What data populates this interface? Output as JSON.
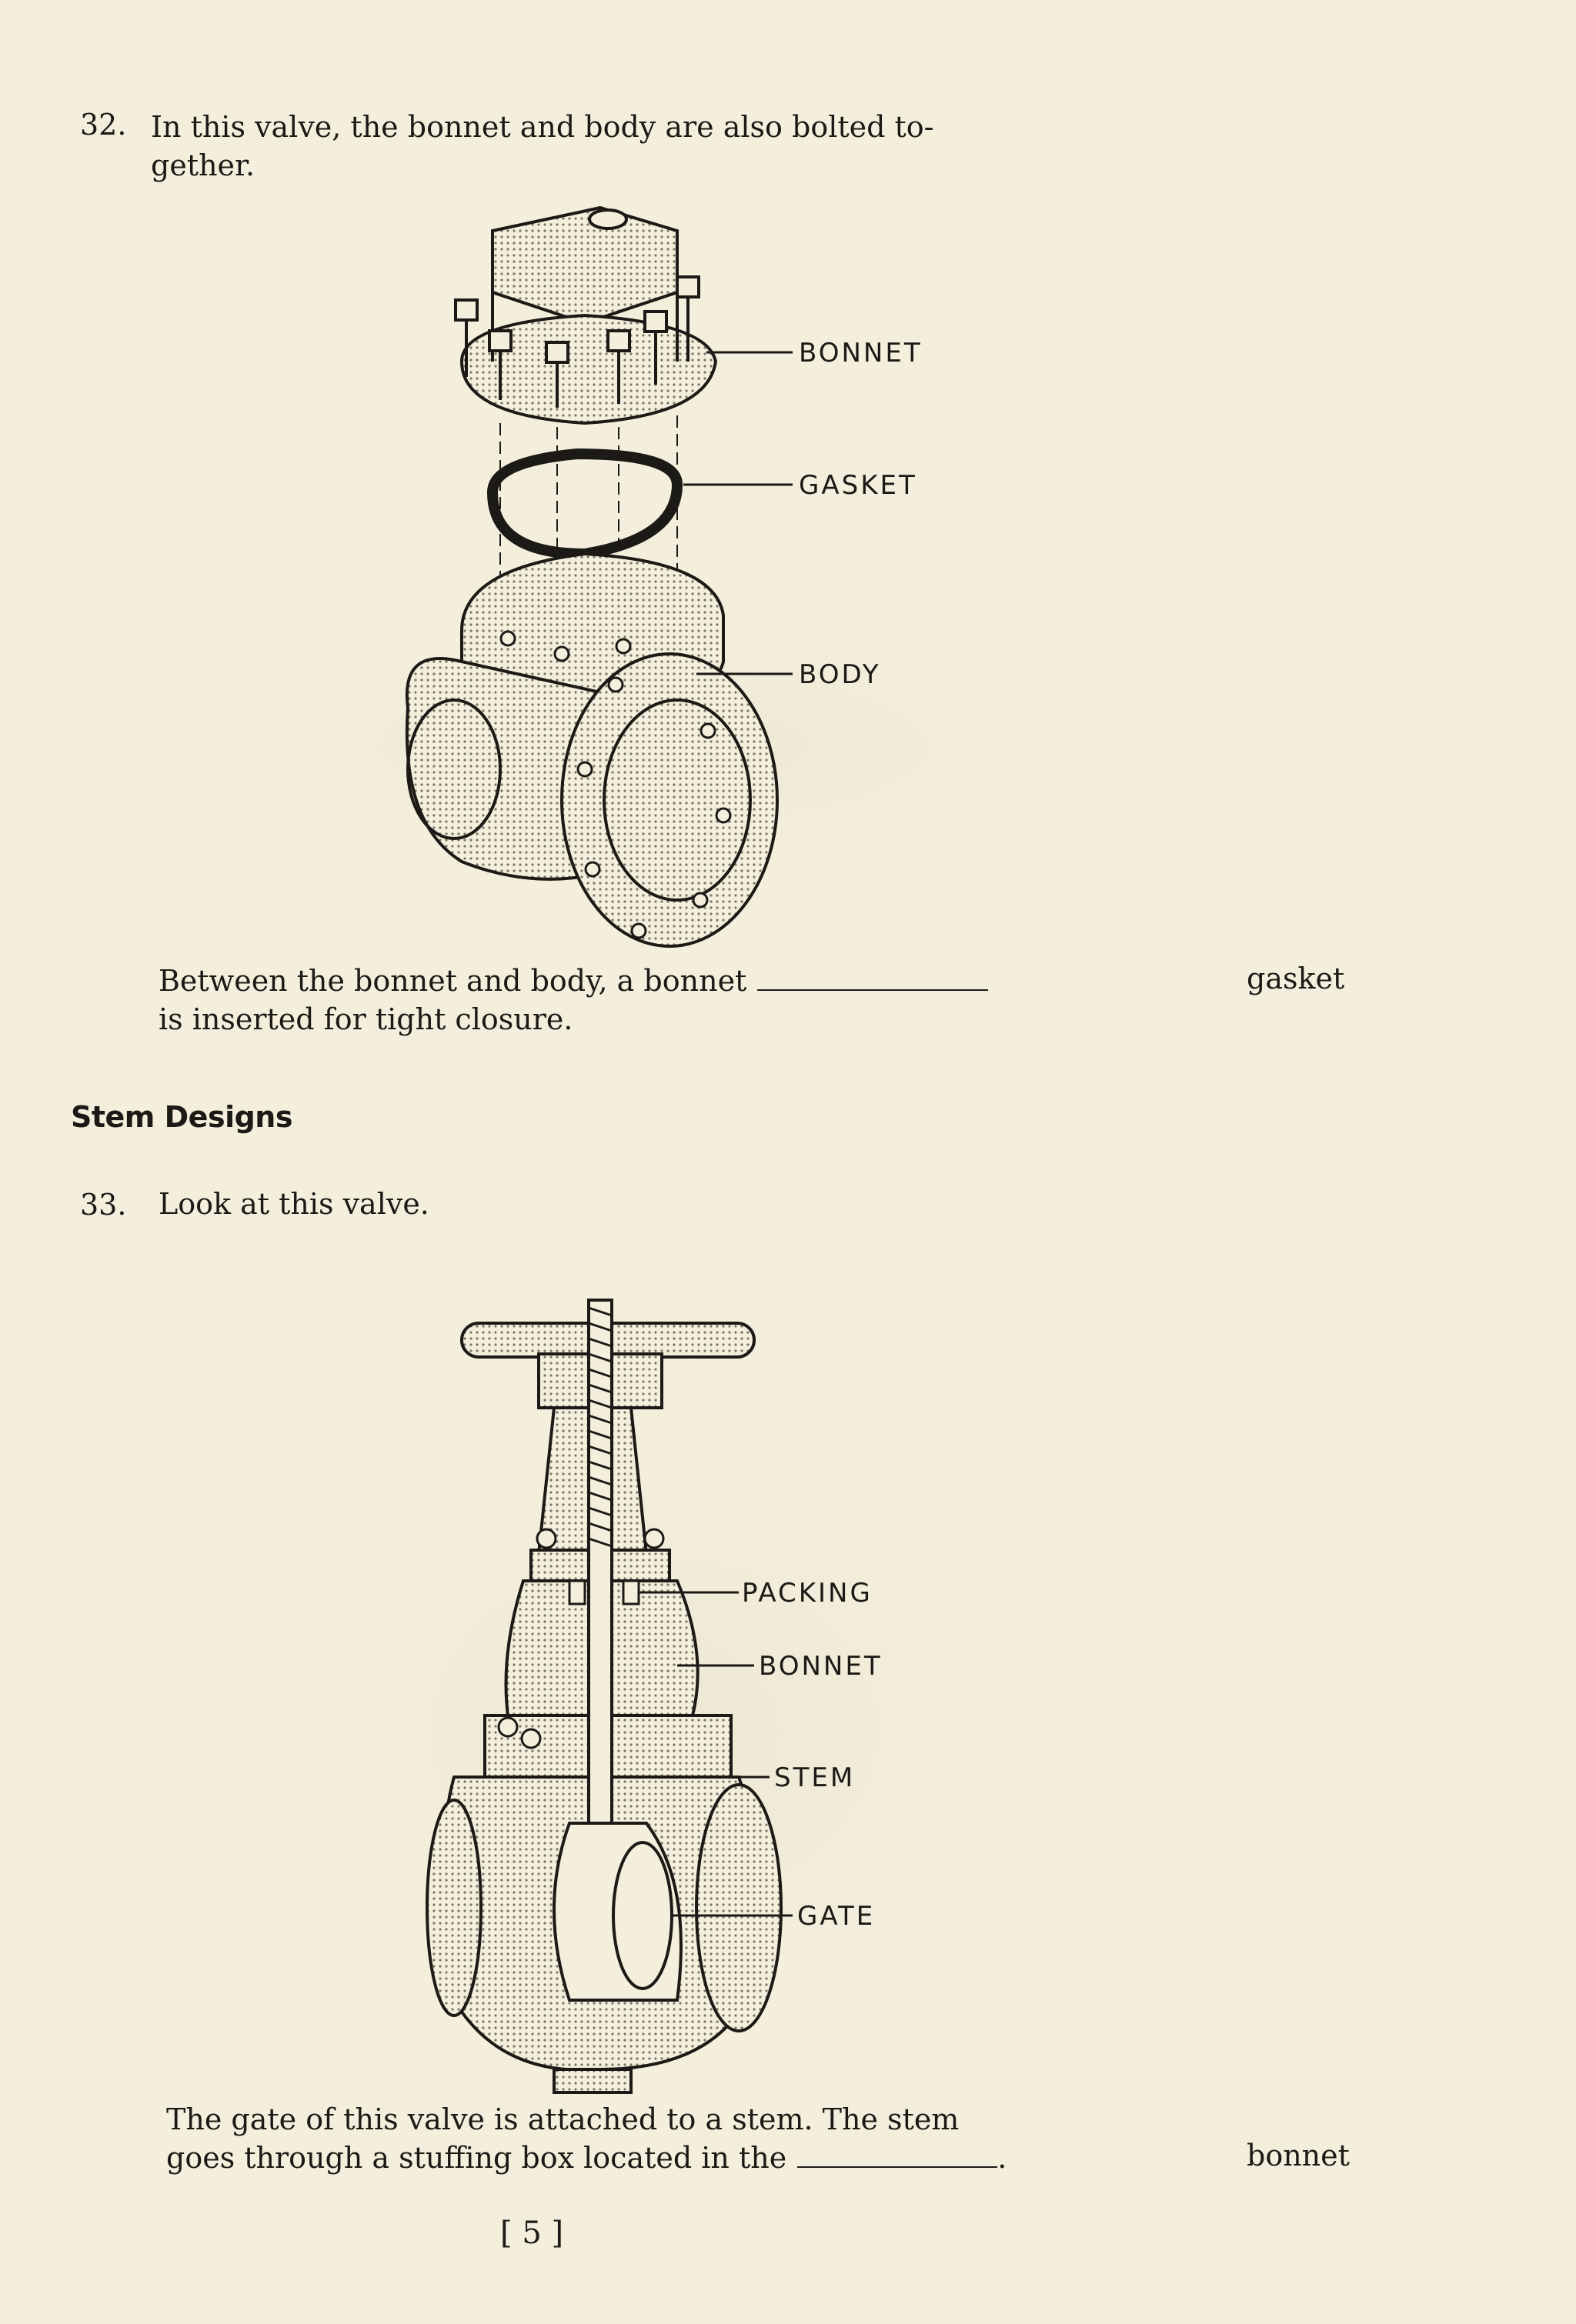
{
  "frames": [
    {
      "number": "32.",
      "intro": "In this valve, the bonnet and body are also bolted to-\ngether.",
      "diagram_labels": [
        "BONNET",
        "GASKET",
        "BODY"
      ],
      "statement_line1": "Between the bonnet and body, a bonnet",
      "statement_line2": "is inserted for tight closure.",
      "answer": "gasket"
    },
    {
      "number": "33.",
      "intro": "Look at this valve.",
      "diagram_labels": [
        "PACKING",
        "BONNET",
        "STEM",
        "GATE"
      ],
      "statement_line1": "The gate of this valve is attached to a stem. The stem",
      "statement_line2": "goes through a stuffing box located in the",
      "statement_end": ".",
      "answer": "bonnet"
    }
  ],
  "section_heading": "Stem Designs",
  "page_number": "[ 5 ]"
}
